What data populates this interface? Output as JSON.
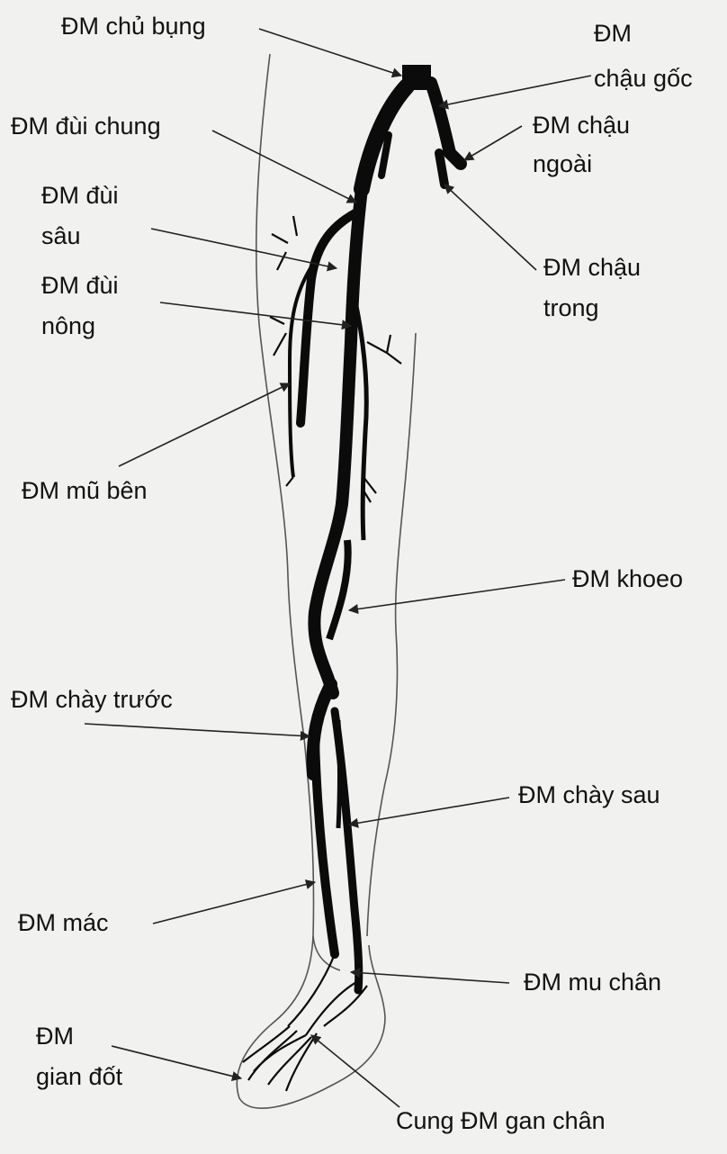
{
  "labels": {
    "aorta": "ĐM chủ bụng",
    "common_iliac": [
      "ĐM",
      "chậu gốc"
    ],
    "common_femoral": "ĐM đùi chung",
    "external_iliac": [
      "ĐM chậu",
      "ngoài"
    ],
    "deep_femoral": [
      "ĐM đùi",
      "sâu"
    ],
    "superficial_femoral": [
      "ĐM đùi",
      "nông"
    ],
    "internal_iliac": [
      "ĐM chậu",
      "trong"
    ],
    "lateral_circumflex": "ĐM mũ bên",
    "popliteal": "ĐM khoeo",
    "anterior_tibial": "ĐM chày trước",
    "posterior_tibial": "ĐM chày sau",
    "peroneal": "ĐM mác",
    "dorsalis_pedis": "ĐM mu chân",
    "digital": [
      "ĐM",
      "gian đốt"
    ],
    "plantar_arch": "Cung ĐM gan chân"
  },
  "colors": {
    "background": "#f1f1ef",
    "artery": "#0b0b0b",
    "outline": "#555555",
    "leader": "#222222"
  }
}
